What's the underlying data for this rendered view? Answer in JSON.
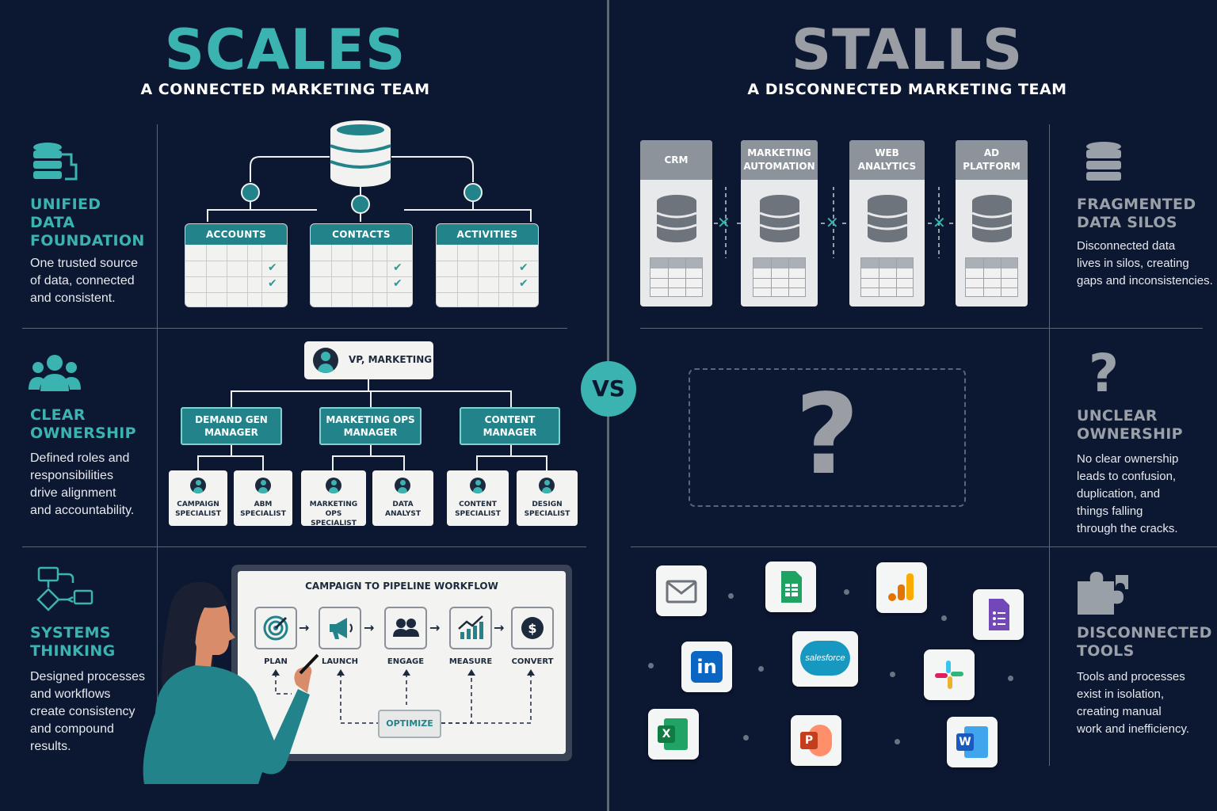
{
  "left": {
    "title": "SCALES",
    "subtitle": "A CONNECTED MARKETING TEAM",
    "rows": [
      {
        "heading": "UNIFIED\nDATA\nFOUNDATION",
        "desc": "One trusted source\nof data, connected\nand consistent."
      },
      {
        "heading": "CLEAR\nOWNERSHIP",
        "desc": "Defined roles and\nresponsibilities\ndrive alignment\nand accountability."
      },
      {
        "heading": "SYSTEMS\nTHINKING",
        "desc": "Designed processes\nand workflows\ncreate consistency\nand compound\nresults."
      }
    ],
    "tables": [
      "ACCOUNTS",
      "CONTACTS",
      "ACTIVITIES"
    ],
    "org": {
      "top": "VP, MARKETING",
      "managers": [
        "DEMAND GEN\nMANAGER",
        "MARKETING OPS\nMANAGER",
        "CONTENT\nMANAGER"
      ],
      "specialists": [
        "CAMPAIGN\nSPECIALIST",
        "ABM\nSPECIALIST",
        "MARKETING OPS\nSPECIALIST",
        "DATA\nANALYST",
        "CONTENT\nSPECIALIST",
        "DESIGN\nSPECIALIST"
      ]
    },
    "workflow": {
      "title": "CAMPAIGN TO PIPELINE WORKFLOW",
      "steps": [
        "PLAN",
        "LAUNCH",
        "ENGAGE",
        "MEASURE",
        "CONVERT"
      ],
      "loop": "OPTIMIZE",
      "step_icons": [
        "target-icon",
        "megaphone-icon",
        "people-icon",
        "chart-icon",
        "dollar-icon"
      ]
    }
  },
  "vs": "VS",
  "right": {
    "title": "STALLS",
    "subtitle": "A DISCONNECTED MARKETING TEAM",
    "rows": [
      {
        "heading": "FRAGMENTED\nDATA SILOS",
        "desc": "Disconnected data\nlives in silos, creating\ngaps and inconsistencies."
      },
      {
        "heading": "UNCLEAR\nOWNERSHIP",
        "desc": "No clear ownership\nleads to confusion,\nduplication, and\nthings falling\nthrough the cracks."
      },
      {
        "heading": "DISCONNECTED\nTOOLS",
        "desc": "Tools and processes\nexist in isolation,\ncreating manual\nwork and inefficiency."
      }
    ],
    "silos": [
      "CRM",
      "MARKETING\nAUTOMATION",
      "WEB\nANALYTICS",
      "AD\nPLATFORM"
    ],
    "question_mark": "?",
    "apps": {
      "salesforce": "salesforce",
      "linkedin": "in",
      "excel": "X",
      "powerpoint": "P",
      "word": "W"
    }
  },
  "colors": {
    "teal": "#3bb3b0",
    "background": "#0c1732",
    "gray": "#9aa0a8"
  }
}
